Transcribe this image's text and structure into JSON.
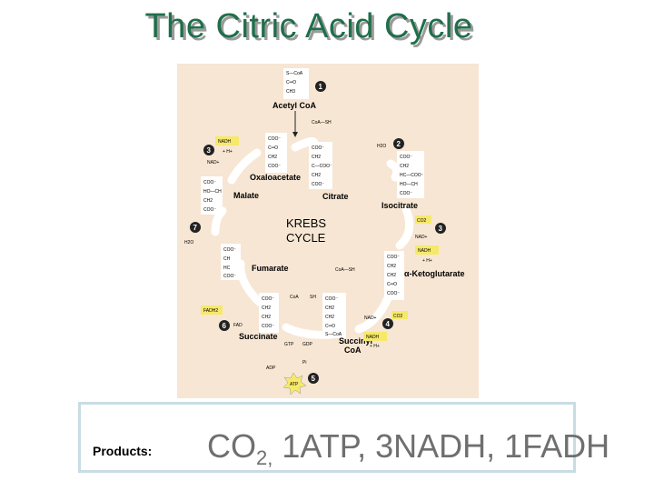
{
  "title": "The Citric Acid Cycle",
  "diagram": {
    "center_line1": "KREBS",
    "center_line2": "CYCLE",
    "molecules": {
      "acetyl_coa": "Acetyl CoA",
      "oxaloacetate": "Oxaloacetate",
      "citrate": "Citrate",
      "isocitrate": "Isocitrate",
      "ketoglutarate": "α-Ketoglutarate",
      "succinyl_coa_1": "Succinyl",
      "succinyl_coa_2": "CoA",
      "succinate": "Succinate",
      "fumarate": "Fumarate",
      "malate": "Malate"
    },
    "cofactors": {
      "coa_sh_top": "CoA—SH",
      "coa_sh_mid": "CoA—SH",
      "coa_sh_a": "CoA",
      "coa_sh_b": "SH",
      "h2o_top": "H2O",
      "h2o_left": "H2O",
      "nadh_left": "NADH",
      "h_plus_left": "+ H+",
      "nad_left": "NAD+",
      "co2_right": "CO2",
      "nad_right": "NAD+",
      "nadh_right": "NADH",
      "h_plus_right": "+ H+",
      "nad_lower": "NAD+",
      "co2_lower": "CO2",
      "nadh_lower": "NADH",
      "h_plus_lower": "+ H+",
      "fadh2": "FADH2",
      "fad": "FAD",
      "gtp": "GTP",
      "gdp": "GDP",
      "adp": "ADP",
      "pi": "Pi",
      "atp": "ATP"
    },
    "steps": [
      "1",
      "2",
      "3",
      "3",
      "4",
      "5",
      "6",
      "7"
    ],
    "colors": {
      "background": "#f7e6d3",
      "highlight": "#f6e96a",
      "step_circle": "#222222",
      "arrow": "#ffffff"
    }
  },
  "products": {
    "label": "Products:",
    "text_main": "CO",
    "text_sub": "2,",
    "text_rest": " 1ATP, 3NADH, 1FADH"
  },
  "colors": {
    "title": "#1f6f4a",
    "products_text": "#6f6f6f",
    "products_border": "#c9dce4"
  }
}
